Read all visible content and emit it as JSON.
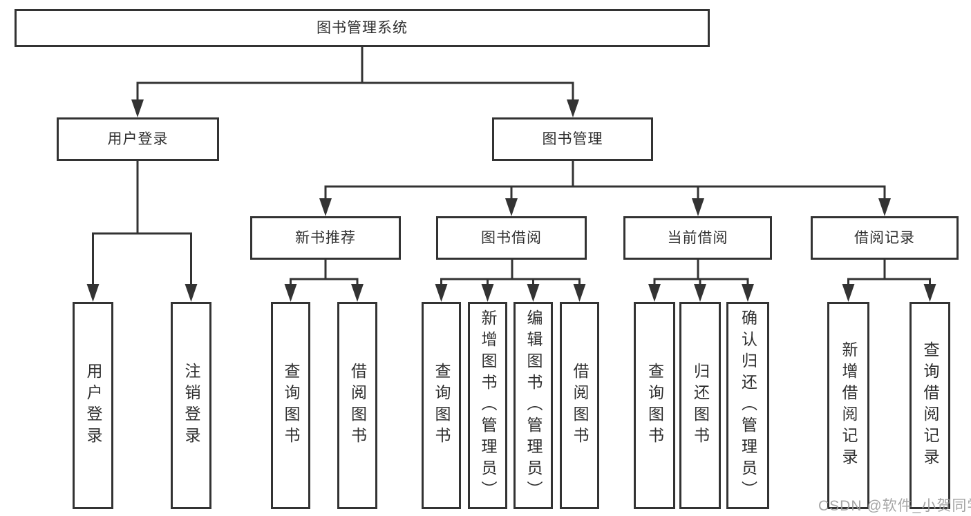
{
  "tree": {
    "root": "图书管理系统",
    "branches": [
      {
        "label": "用户登录",
        "children": [
          "用户登录",
          "注销登录"
        ]
      },
      {
        "label": "图书管理",
        "sections": [
          {
            "label": "新书推荐",
            "children": [
              "查询图书",
              "借阅图书"
            ]
          },
          {
            "label": "图书借阅",
            "children": [
              "查询图书",
              "新增图书（管理员）",
              "编辑图书（管理员）",
              "借阅图书"
            ]
          },
          {
            "label": "当前借阅",
            "children": [
              "查询图书",
              "归还图书",
              "确认归还（管理员）"
            ]
          },
          {
            "label": "借阅记录",
            "children": [
              "新增借阅记录",
              "查询借阅记录"
            ]
          }
        ]
      }
    ]
  },
  "watermark": "CSDN @软件_小贺同学",
  "colors": {
    "line": "#333333",
    "box_border": "#333333",
    "box_background": "#ffffff",
    "text": "#2f2f2f",
    "watermark": "#9e9e9e",
    "background": "#ffffff"
  }
}
